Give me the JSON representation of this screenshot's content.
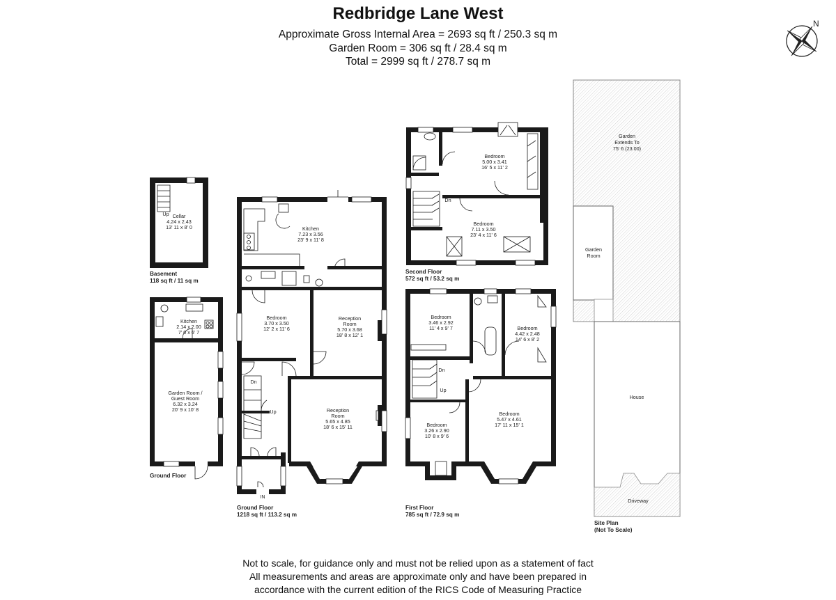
{
  "header": {
    "title": "Redbridge Lane West",
    "line1": "Approximate Gross Internal Area = 2693 sq ft / 250.3 sq m",
    "line2": "Garden Room = 306 sq ft / 28.4 sq m",
    "line3": "Total = 2999 sq ft / 278.7 sq m"
  },
  "compass": {
    "label": "N"
  },
  "floors": {
    "basement": {
      "name": "Basement",
      "area": "118 sq ft / 11 sq m"
    },
    "outbuilding": {
      "name": "Ground Floor"
    },
    "ground": {
      "name": "Ground Floor",
      "area": "1218 sq ft / 113.2 sq m"
    },
    "second": {
      "name": "Second Floor",
      "area": "572 sq ft / 53.2 sq m"
    },
    "first": {
      "name": "First Floor",
      "area": "785 sq ft / 72.9 sq m"
    },
    "site": {
      "name": "Site Plan",
      "note": "(Not To Scale)"
    }
  },
  "rooms": {
    "cellar": [
      "Cellar",
      "4.24 x 2.43",
      "13' 11 x 8' 0"
    ],
    "outKitchen": [
      "Kitchen",
      "2.14 x 2.00",
      "7' 0 x 6' 7"
    ],
    "gardenRoom": [
      "Garden Room /",
      "Guest Room",
      "6.32 x 3.24",
      "20' 9 x 10' 8"
    ],
    "kitchen": [
      "Kitchen",
      "7.23 x 3.56",
      "23' 9 x 11' 8"
    ],
    "gBedroom": [
      "Bedroom",
      "3.70 x 3.50",
      "12' 2 x 11' 6"
    ],
    "reception1": [
      "Reception",
      "Room",
      "5.70 x 3.68",
      "18' 8 x 12' 1"
    ],
    "reception2": [
      "Reception",
      "Room",
      "5.65 x 4.85",
      "18' 6 x 15' 11"
    ],
    "sBedroom1": [
      "Bedroom",
      "5.00 x 3.41",
      "16' 5 x 11' 2"
    ],
    "sBedroom2": [
      "Bedroom",
      "7.11 x 3.50",
      "23' 4 x 11' 6"
    ],
    "fBedroom1": [
      "Bedroom",
      "3.46 x 2.92",
      "11' 4 x 9' 7"
    ],
    "fBedroom2": [
      "Bedroom",
      "4.42 x 2.48",
      "14' 6 x 8' 2"
    ],
    "fBedroom3": [
      "Bedroom",
      "5.47 x 4.61",
      "17' 11 x 15' 1"
    ],
    "fBedroom4": [
      "Bedroom",
      "3.26 x 2.90",
      "10' 8 x 9' 6"
    ]
  },
  "stairs": {
    "up": "Up",
    "down": "Dn",
    "entrance": "IN"
  },
  "site": {
    "garden": [
      "Garden",
      "Extends To",
      "75' 6 (23.00)"
    ],
    "gardenRoom": [
      "Garden",
      "Room"
    ],
    "house": "House",
    "driveway": "Driveway"
  },
  "footer": {
    "line1": "Not to scale, for guidance only and must not be relied upon as a statement of fact",
    "line2": "All measurements and areas are approximate only and have been prepared in",
    "line3": "accordance with the current edition of the RICS Code of Measuring Practice"
  }
}
